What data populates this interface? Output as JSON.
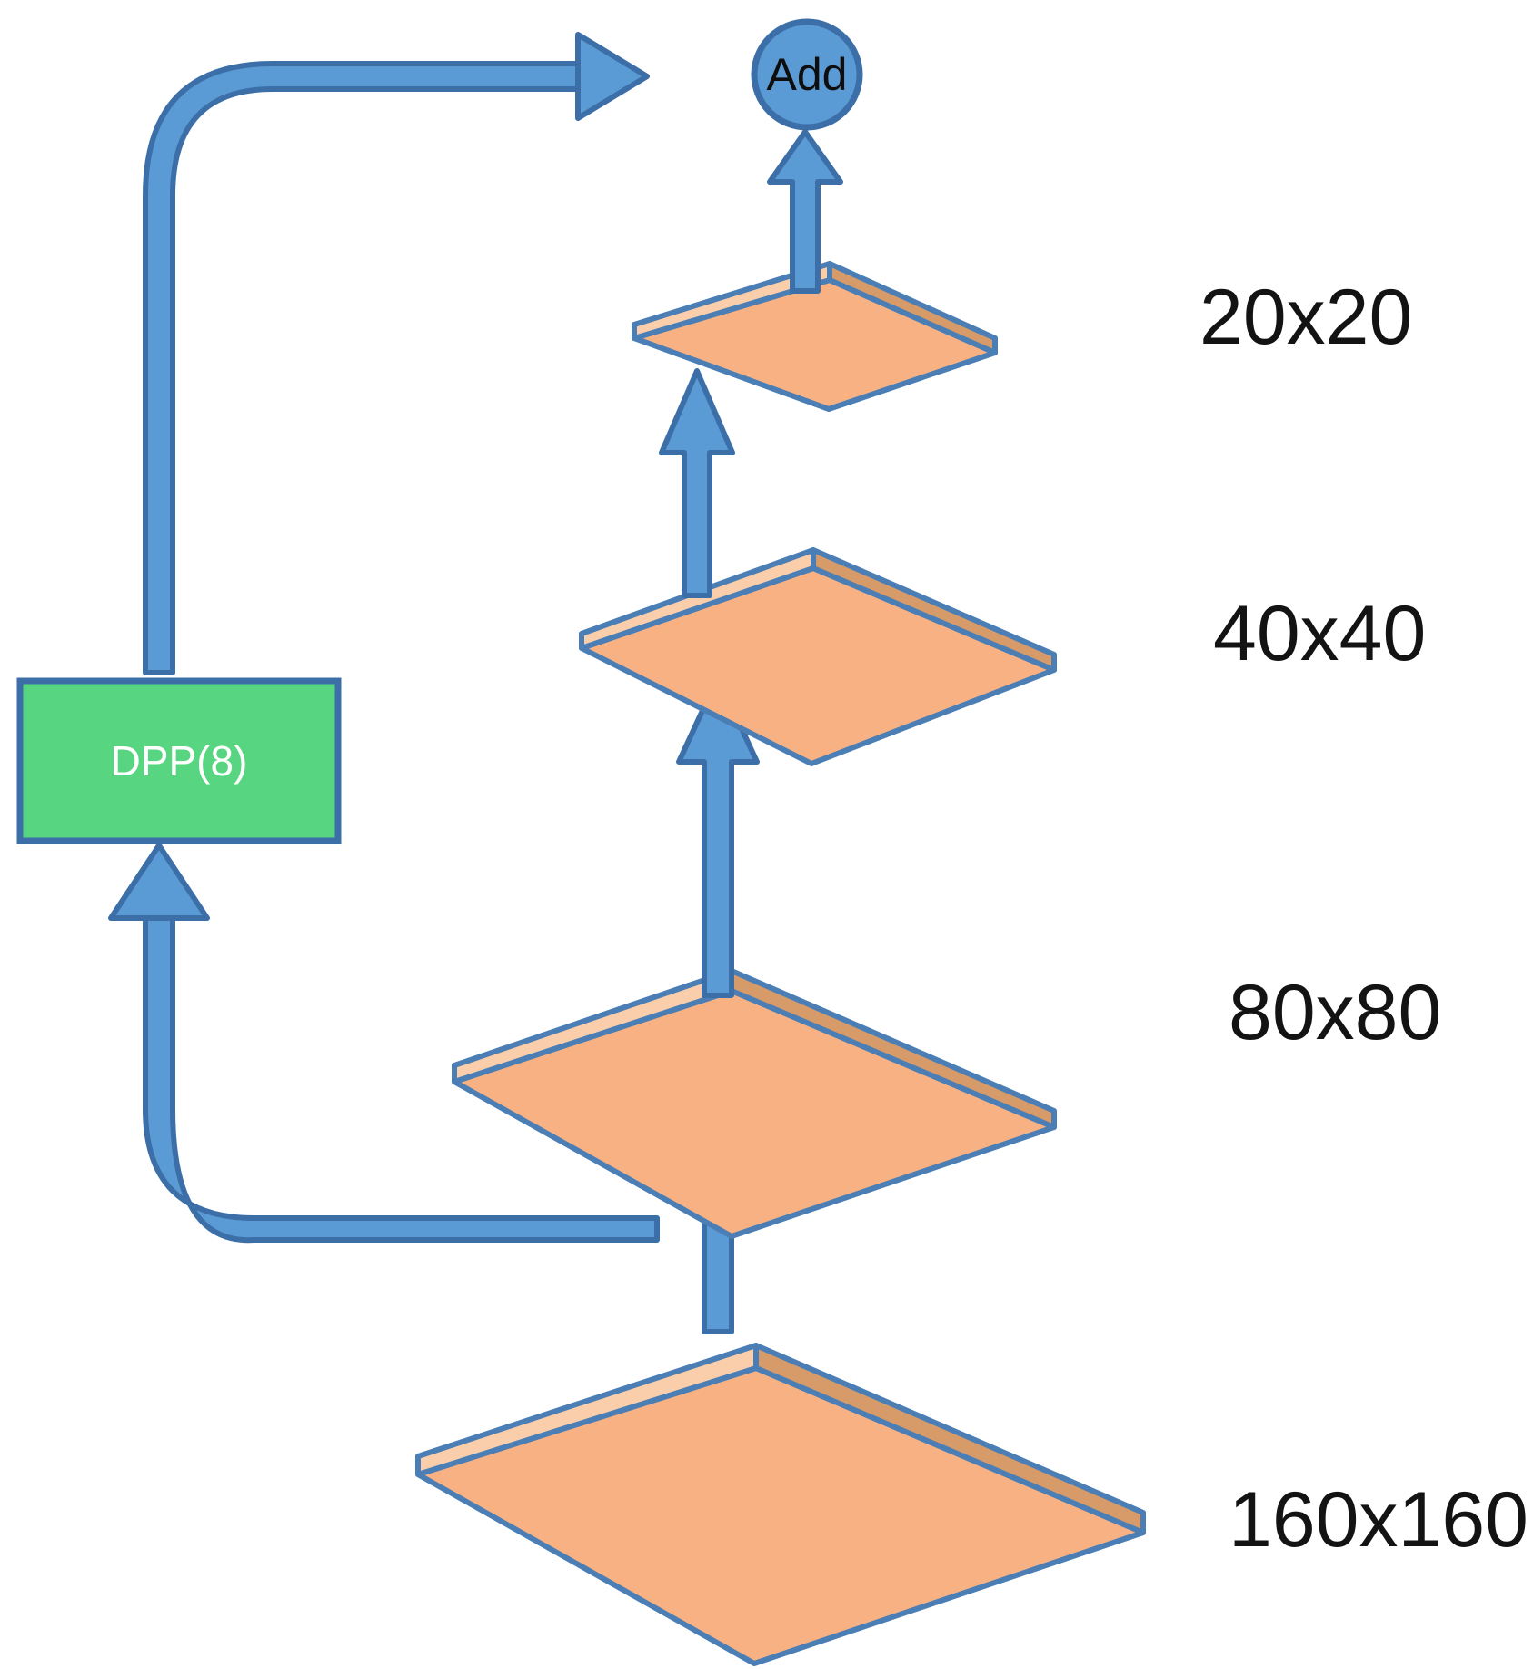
{
  "diagram": {
    "title": "DPP feature pyramid diagram",
    "colors": {
      "plate_face": "#F8B183",
      "plate_top_edge": "#FBCEAB",
      "plate_side_edge": "#D79B6A",
      "plate_outline": "#4A7EB5",
      "arrow_fill": "#5B9BD5",
      "arrow_stroke": "#3C6FA8",
      "box_fill": "#57D581",
      "box_stroke": "#3C6FA8",
      "circle_fill": "#5B9BD5",
      "circle_stroke": "#3C6FA8",
      "label_text": "#131313",
      "box_text": "#FFFFFF",
      "background": "#FFFFFF"
    },
    "nodes": {
      "add_node": {
        "label": "Add",
        "shape": "circle"
      },
      "dpp_node": {
        "label": "DPP(8)",
        "shape": "rectangle"
      }
    },
    "feature_maps": [
      {
        "id": "map-20",
        "label": "20x20",
        "level": 4
      },
      {
        "id": "map-40",
        "label": "40x40",
        "level": 3
      },
      {
        "id": "map-80",
        "label": "80x80",
        "level": 2
      },
      {
        "id": "map-160",
        "label": "160x160",
        "level": 1
      }
    ],
    "connections": [
      {
        "id": "arrow-160-to-80",
        "from": "160x160",
        "to": "80x80",
        "type": "straight-up"
      },
      {
        "id": "arrow-80-to-40",
        "from": "80x80",
        "to": "40x40",
        "type": "straight-up"
      },
      {
        "id": "arrow-40-to-20",
        "from": "40x40",
        "to": "20x20",
        "type": "straight-up"
      },
      {
        "id": "arrow-20-to-add",
        "from": "20x20",
        "to": "Add",
        "type": "straight-up"
      },
      {
        "id": "arrow-skip-in",
        "from": "160x160",
        "to": "DPP(8)",
        "type": "elbow-up-left"
      },
      {
        "id": "arrow-skip-out",
        "from": "DPP(8)",
        "to": "Add",
        "type": "elbow-up-right"
      }
    ]
  }
}
